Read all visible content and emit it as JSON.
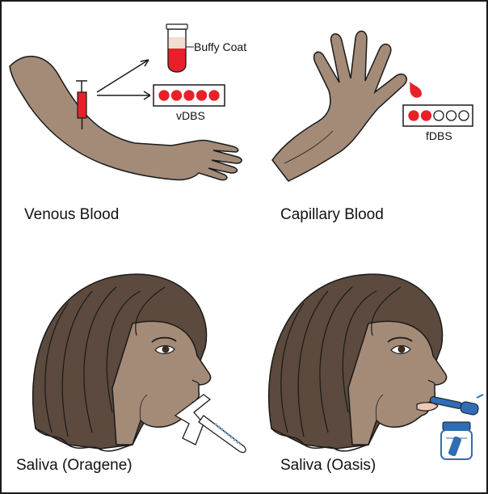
{
  "colors": {
    "skin": "#a38b78",
    "hair": "#5b4a3d",
    "blood": "#e8202a",
    "device_blue": "#2f6db5",
    "outline": "#1a1a1a"
  },
  "panels": [
    {
      "label": "Venous Blood",
      "callout": "Buffy Coat",
      "card_label": "vDBS",
      "spots": [
        1,
        1,
        1,
        1,
        1
      ]
    },
    {
      "label": "Capillary Blood",
      "card_label": "fDBS",
      "spots": [
        1,
        1,
        0,
        0,
        0
      ]
    },
    {
      "label": "Saliva (Oragene)"
    },
    {
      "label": "Saliva (Oasis)"
    }
  ]
}
